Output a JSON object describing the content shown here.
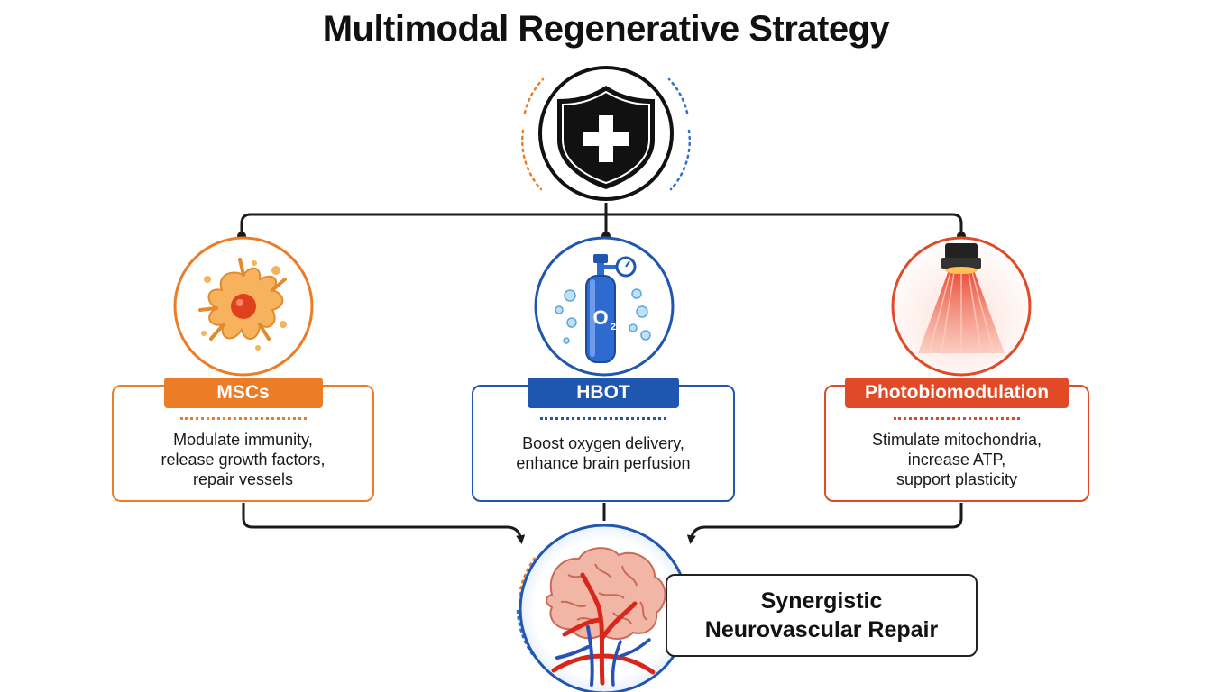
{
  "title": "Multimodal Regenerative Strategy",
  "center_icon": {
    "icon": "shield-cross-icon"
  },
  "therapies": [
    {
      "label": "MSCs",
      "icon": "stem-cell-icon",
      "color": "#EC7C26",
      "lines": [
        "Modulate immunity,",
        "release growth factors,",
        "repair vessels"
      ]
    },
    {
      "label": "HBOT",
      "icon": "oxygen-tank-icon",
      "color": "#1F56B0",
      "lines": [
        "Boost oxygen delivery,",
        "enhance brain perfusion"
      ]
    },
    {
      "label": "Photobiomodulation",
      "icon": "red-light-lamp-icon",
      "color": "#E04A26",
      "lines": [
        "Stimulate mitochondria,",
        "increase ATP,",
        "support plasticity"
      ]
    }
  ],
  "outcome": {
    "icon": "brain-vessels-icon",
    "lines": [
      "Synergistic",
      "Neurovascular Repair"
    ]
  }
}
